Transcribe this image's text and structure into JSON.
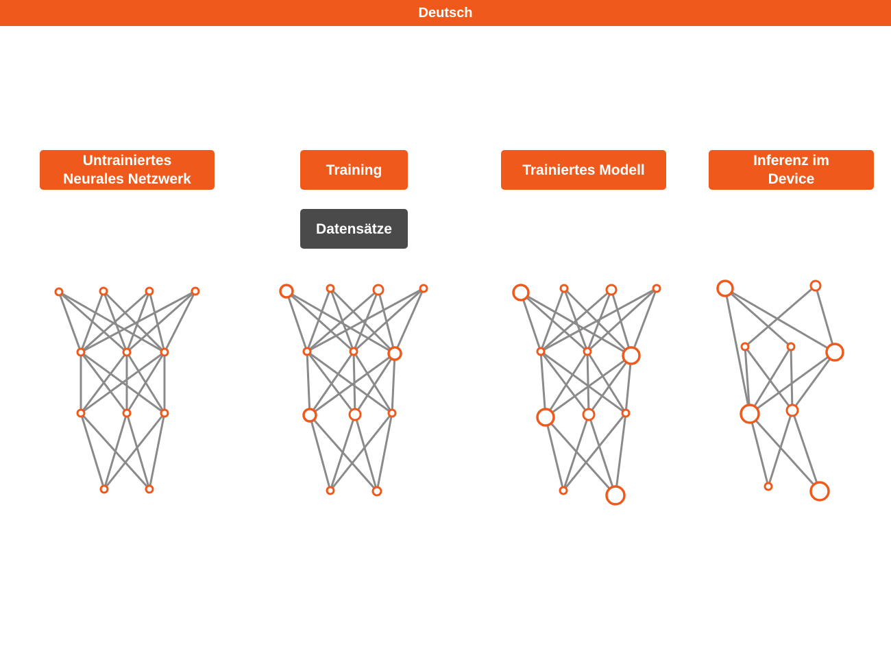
{
  "header": {
    "title": "Deutsch"
  },
  "stages": [
    {
      "id": "untrained",
      "label_lines": [
        "Untrainiertes",
        "Neurales Netzwerk"
      ]
    },
    {
      "id": "training",
      "label_lines": [
        "Training"
      ]
    },
    {
      "id": "trained",
      "label_lines": [
        "Trainiertes Modell"
      ]
    },
    {
      "id": "inference",
      "label_lines": [
        "Inferenz im",
        "Device"
      ]
    }
  ],
  "dataset_box": {
    "label": "Datensätze"
  },
  "colors": {
    "accent": "#ef5a1c",
    "dark_box": "#4a4a4a",
    "edge": "#8a8a8a",
    "node_fill": "#ffffff",
    "text_on_accent": "#ffffff"
  }
}
